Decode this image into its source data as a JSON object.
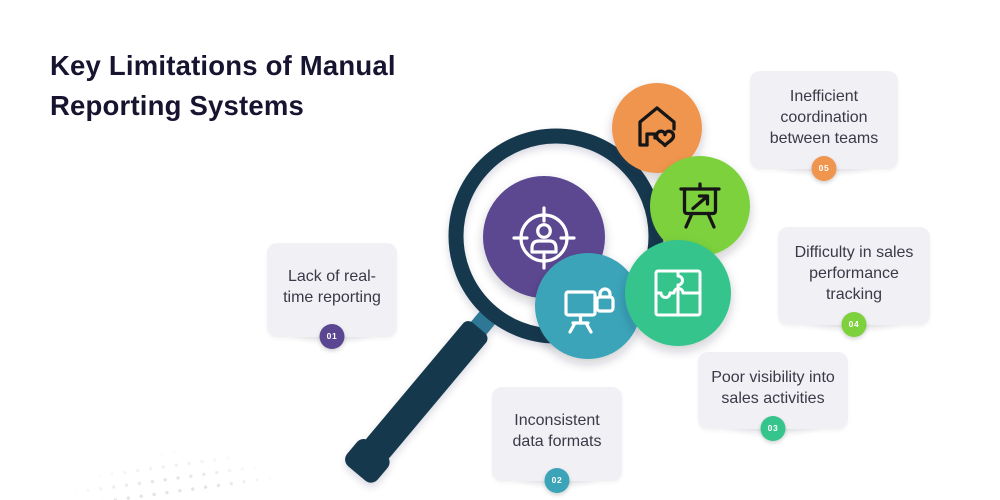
{
  "title": "Key Limitations of Manual Reporting Systems",
  "palette": {
    "navy": "#16384e",
    "connector_teal": "#2d7795",
    "purple": "#5b4791",
    "orange": "#f0954d",
    "lime": "#7cd13c",
    "teal": "#3ba4b9",
    "emerald": "#35c48c",
    "card_bg": "#f1f0f5",
    "title_color": "#171430",
    "card_text": "#3a3946",
    "icon_light": "#ffffff",
    "icon_dark": "#161616"
  },
  "magnifier": {
    "lens_icon": "target-person-icon"
  },
  "bubbles": [
    {
      "icon": "home-heart-icon",
      "color_key": "orange"
    },
    {
      "icon": "presentation-growth-icon",
      "color_key": "lime"
    },
    {
      "icon": "screen-lock-icon",
      "color_key": "teal"
    },
    {
      "icon": "puzzle-icon",
      "color_key": "emerald"
    }
  ],
  "callouts": [
    {
      "number": "01",
      "text": "Lack of real-time reporting",
      "badge_color": "#5b4791"
    },
    {
      "number": "02",
      "text": "Inconsistent data formats",
      "badge_color": "#3ba4b9"
    },
    {
      "number": "03",
      "text": "Poor visibility into sales activities",
      "badge_color": "#35c48c"
    },
    {
      "number": "04",
      "text": "Difficulty in sales performance tracking",
      "badge_color": "#7cd13c"
    },
    {
      "number": "05",
      "text": "Inefficient coordination between teams",
      "badge_color": "#f0954d"
    }
  ]
}
